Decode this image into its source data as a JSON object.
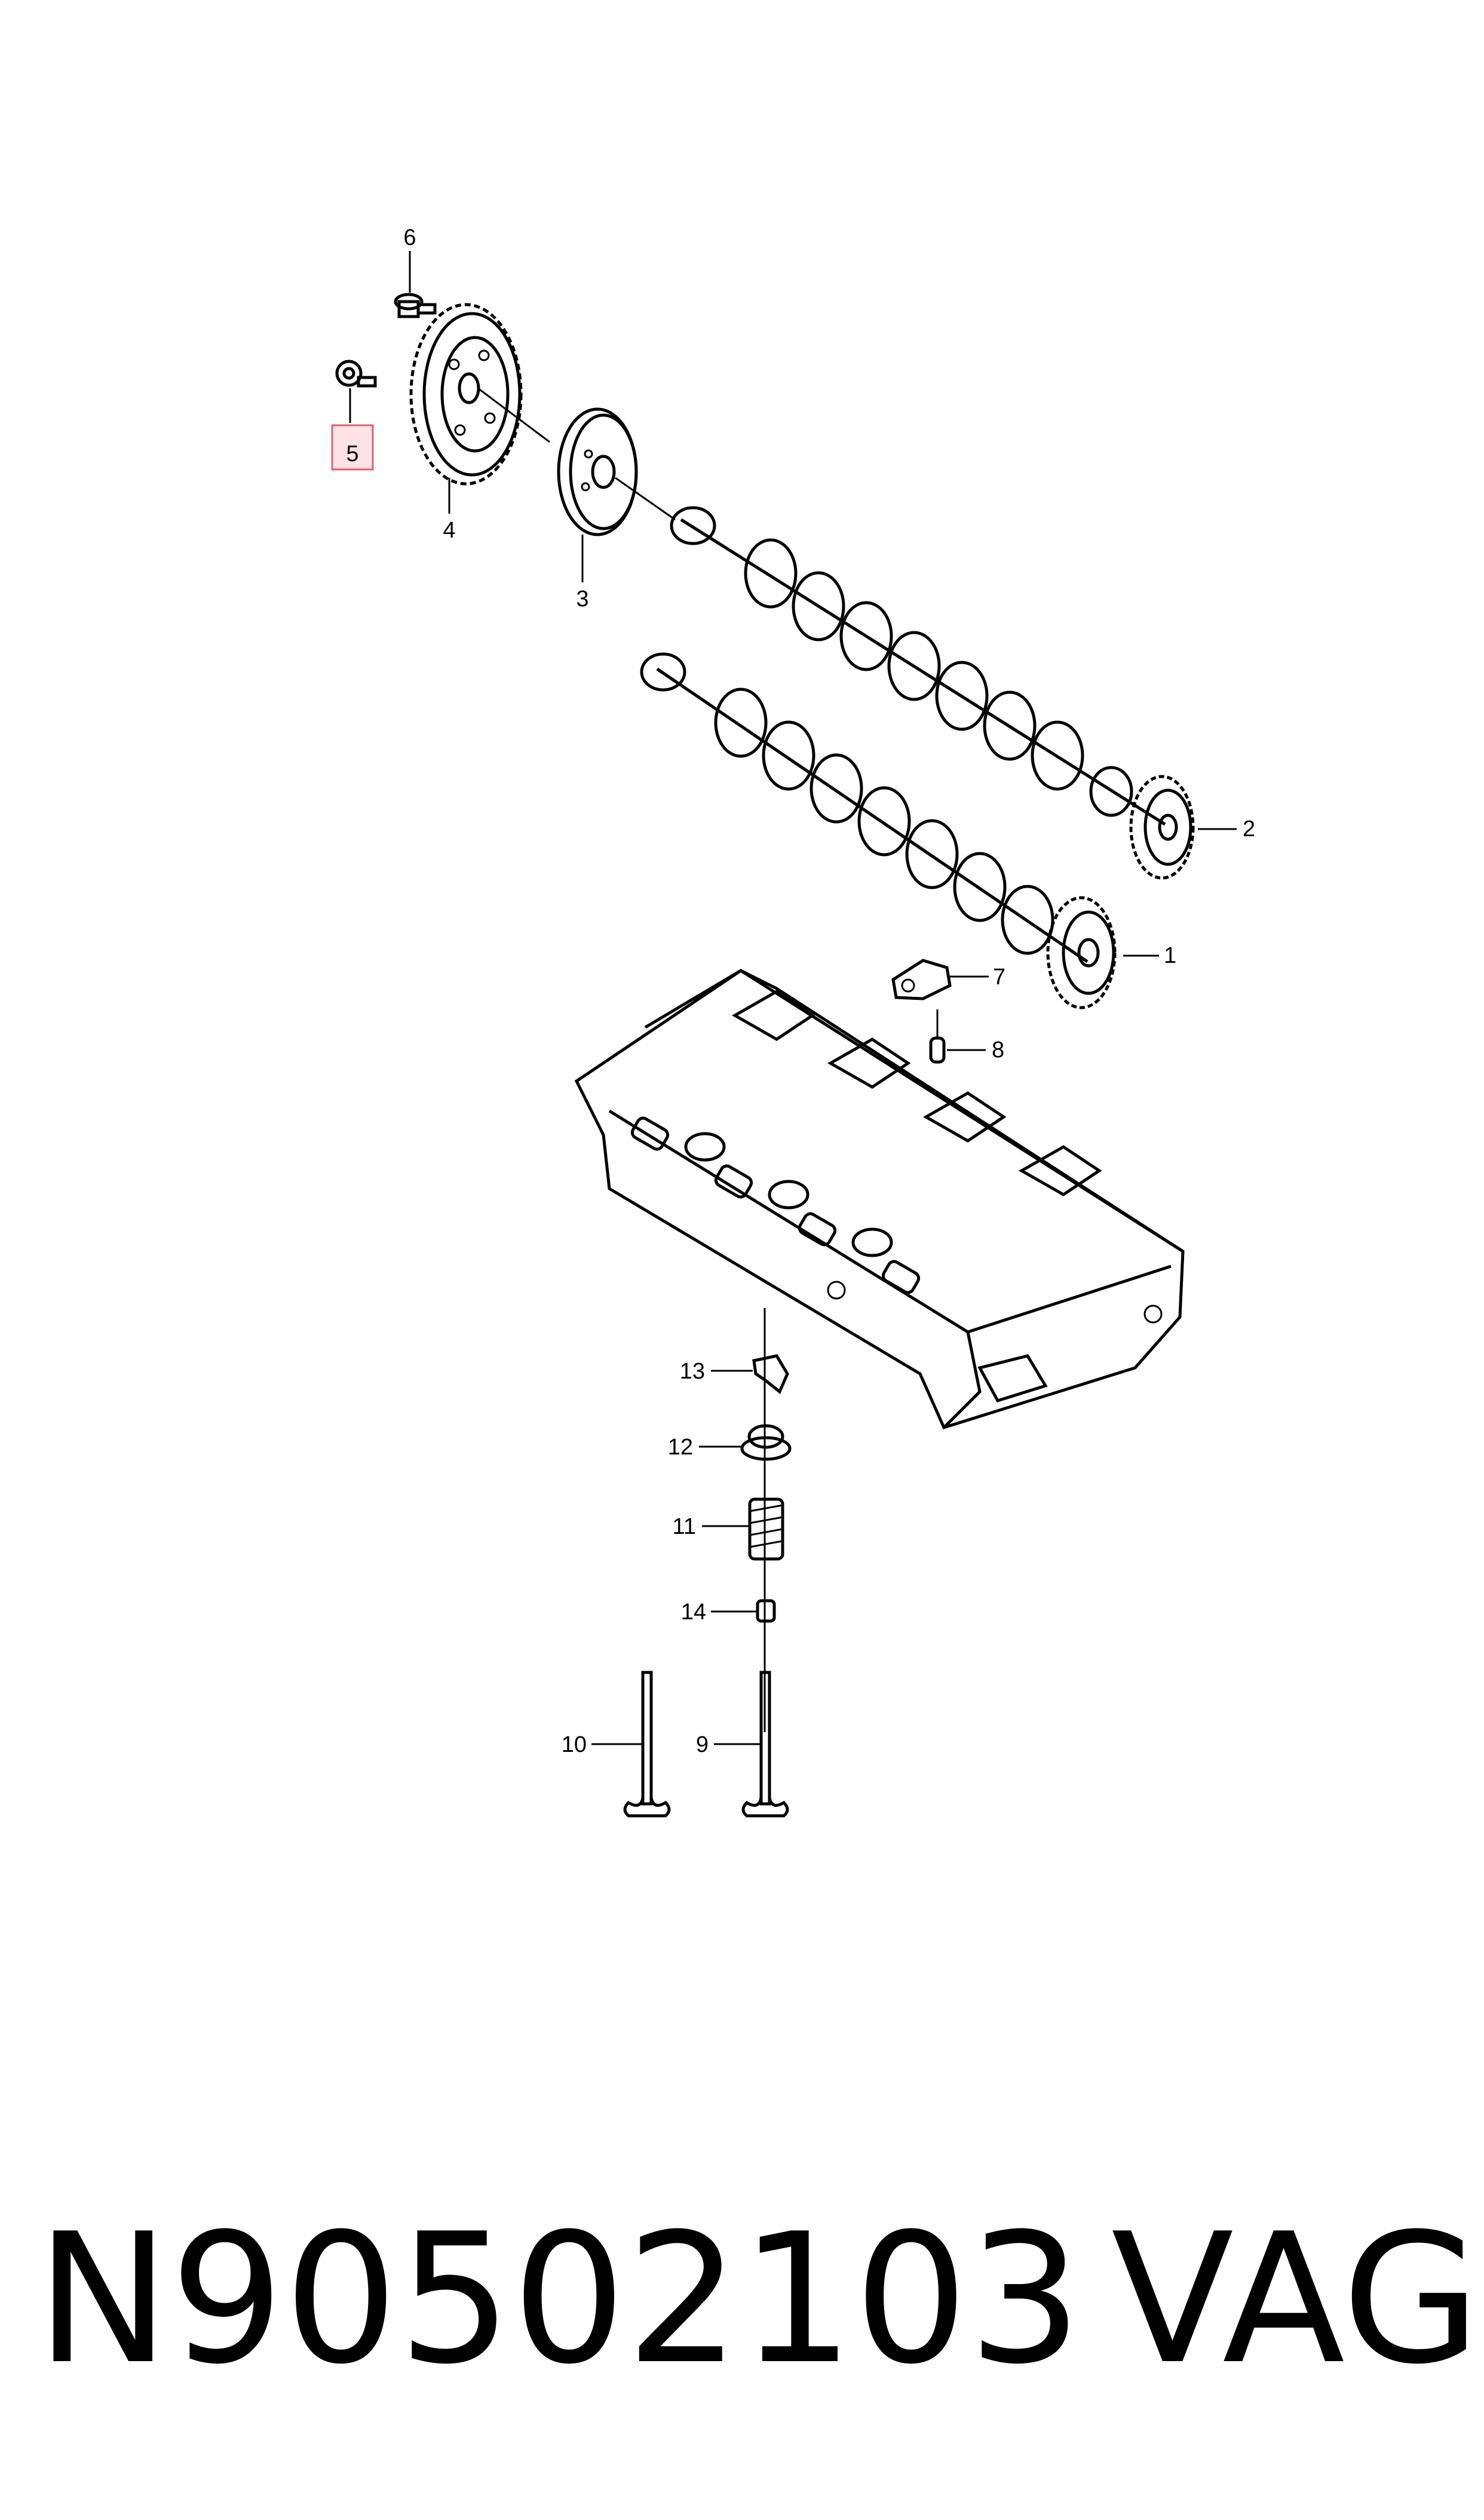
{
  "diagram": {
    "callouts": [
      {
        "id": "1",
        "label": "1"
      },
      {
        "id": "2",
        "label": "2"
      },
      {
        "id": "3",
        "label": "3"
      },
      {
        "id": "4",
        "label": "4"
      },
      {
        "id": "5",
        "label": "5",
        "highlighted": true
      },
      {
        "id": "6",
        "label": "6"
      },
      {
        "id": "7",
        "label": "7"
      },
      {
        "id": "8",
        "label": "8"
      },
      {
        "id": "9",
        "label": "9"
      },
      {
        "id": "10",
        "label": "10"
      },
      {
        "id": "11",
        "label": "11"
      },
      {
        "id": "12",
        "label": "12"
      },
      {
        "id": "13",
        "label": "13"
      },
      {
        "id": "14",
        "label": "14"
      }
    ],
    "highlight_color": "#e06070"
  },
  "footer": {
    "part_number": "N90502103",
    "brand": "VAG"
  }
}
